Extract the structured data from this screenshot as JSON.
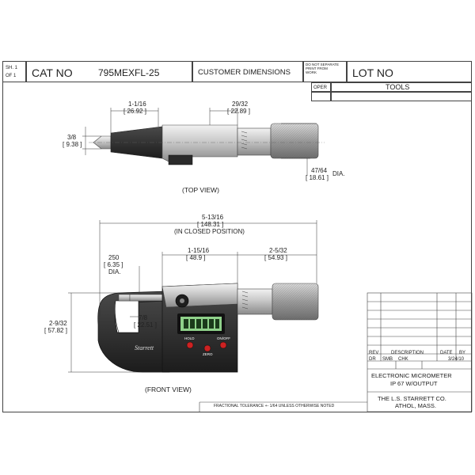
{
  "header": {
    "sheet_label_1": "SH. 1",
    "sheet_label_2": "OF 1",
    "cat_no_label": "CAT NO",
    "cat_no_value": "795MEXFL-25",
    "customer_dimensions": "CUSTOMER DIMENSIONS",
    "do_not_separate": "DO NOT SEPARATE PRINT FROM WORK",
    "lot_no_label": "LOT NO",
    "oper_label": "OPER",
    "tools_label": "TOOLS"
  },
  "top_view": {
    "title": "(TOP VIEW)",
    "dim_a_frac": "1-1/16",
    "dim_a_mm": "[ 26.92 ]",
    "dim_b_frac": "29/32",
    "dim_b_mm": "[ 22.89 ]",
    "dim_c_frac": "3/8",
    "dim_c_mm": "[ 9.38 ]",
    "dim_d_frac": "47/64",
    "dim_d_mm": "[ 18.61 ]",
    "dim_d_note": "DIA."
  },
  "front_view": {
    "title": "(FRONT VIEW)",
    "overall_frac": "5-13/16",
    "overall_mm": "[ 148.31 ]",
    "overall_note": "(IN CLOSED POSITION)",
    "mid_frac": "1-15/16",
    "mid_mm": "[ 48.9 ]",
    "right_frac": "2-5/32",
    "right_mm": "[ 54.93 ]",
    "spindle_dia": "250",
    "spindle_mm": "[ 6.35 ]",
    "spindle_note": "DIA.",
    "throat_frac": "7/8",
    "throat_mm": "[ 22.51 ]",
    "height_frac": "2-9/32",
    "height_mm": "[ 57.82 ]",
    "brand": "Starrett",
    "btn_hold": "HOLD",
    "btn_zero": "ZERO",
    "btn_onoff": "ON/OFF"
  },
  "title_block": {
    "rev": "REV",
    "description": "DESCRIPTION",
    "date": "DATE",
    "by": "BY",
    "dr": "DR",
    "dr_value": "SMB",
    "chk": "CHK",
    "date_value": "3/24/10",
    "part_line1": "ELECTRONIC MICROMETER",
    "part_line2": "IP 67 W/OUTPUT",
    "company_line1": "THE L.S. STARRETT CO.",
    "company_line2": "ATHOL, MASS."
  },
  "footer": {
    "tolerance": "FRACTIONAL TOLERANCE  +- 1/64 UNLESS OTHERWISE NOTED"
  },
  "colors": {
    "lcd": "#8fd18a",
    "body": "#2a2a2a",
    "metal": "#bfbfbf",
    "accent_red": "#cc2222"
  }
}
